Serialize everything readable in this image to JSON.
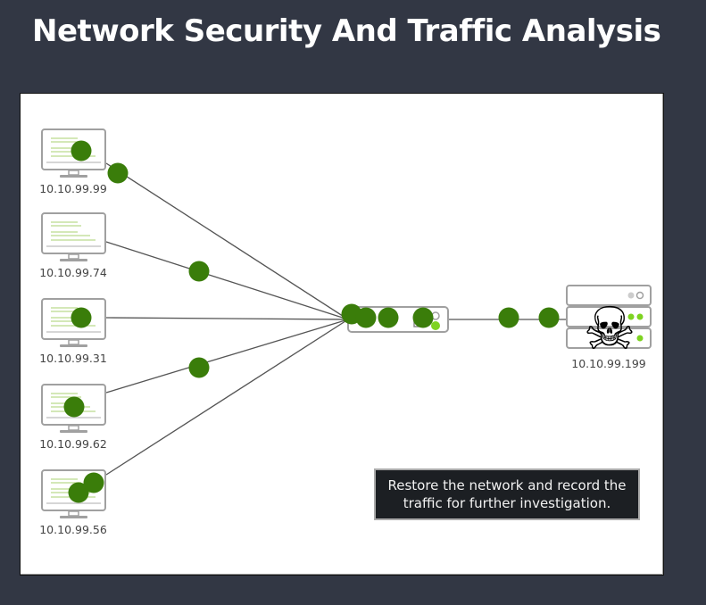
{
  "page": {
    "title": "Network Security And Traffic Analysis",
    "message": "Restore the network and record the traffic for further investigation."
  },
  "colors": {
    "background": "#323744",
    "canvas": "#ffffff",
    "packet": "#3a7d0a",
    "screen_lines": "#c5e0a0",
    "led": "#7ed321",
    "device_outline": "#a0a0a0",
    "link": "#555555",
    "message_bg": "#1c1f23"
  },
  "network": {
    "hosts": [
      {
        "id": "h1",
        "ip": "10.10.99.99"
      },
      {
        "id": "h2",
        "ip": "10.10.99.74"
      },
      {
        "id": "h3",
        "ip": "10.10.99.31"
      },
      {
        "id": "h4",
        "ip": "10.10.99.62"
      },
      {
        "id": "h5",
        "ip": "10.10.99.56"
      }
    ],
    "switch": {
      "id": "switch",
      "icon": "network-switch-icon"
    },
    "server": {
      "id": "server",
      "ip": "10.10.99.199",
      "icon": "server-rack-icon",
      "status_icon": "skull-crossbones-icon"
    },
    "links": [
      {
        "from": "h1",
        "to": "switch"
      },
      {
        "from": "h2",
        "to": "switch"
      },
      {
        "from": "h3",
        "to": "switch"
      },
      {
        "from": "h4",
        "to": "switch"
      },
      {
        "from": "h5",
        "to": "switch"
      },
      {
        "from": "switch",
        "to": "server"
      }
    ],
    "packets_in_flight": [
      {
        "link": "h1-switch",
        "progress": 0.0
      },
      {
        "link": "h1-switch",
        "progress": 0.05
      },
      {
        "link": "h2-switch",
        "progress": 0.36
      },
      {
        "link": "h3-switch",
        "progress": 0.0
      },
      {
        "link": "h3-switch",
        "progress": 1.0
      },
      {
        "link": "h3-switch",
        "progress": 1.0
      },
      {
        "link": "h4-switch",
        "progress": 0.0
      },
      {
        "link": "h4-switch",
        "progress": 0.36
      },
      {
        "link": "h5-switch",
        "progress": 0.0
      },
      {
        "link": "h5-switch",
        "progress": 0.05
      },
      {
        "link": "switch",
        "progress": 1.0
      },
      {
        "link": "switch",
        "progress": 1.0
      },
      {
        "link": "switch-server",
        "progress": 0.5
      },
      {
        "link": "switch-server",
        "progress": 0.9
      }
    ]
  }
}
